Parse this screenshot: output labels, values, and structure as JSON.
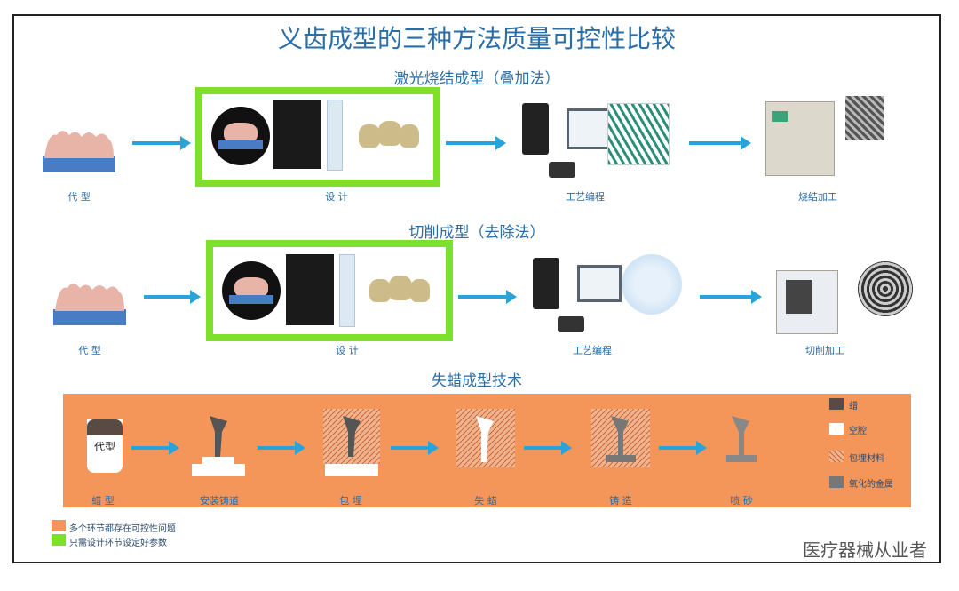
{
  "title": "义齿成型的三种方法质量可控性比较",
  "sections": {
    "laser": {
      "title": "激光烧结成型（叠加法）",
      "caps": [
        "代 型",
        "设 计",
        "工艺编程",
        "烧结加工"
      ]
    },
    "milling": {
      "title": "切削成型（去除法）",
      "caps": [
        "代 型",
        "设 计",
        "工艺编程",
        "切削加工"
      ]
    },
    "wax": {
      "title": "失蜡成型技术",
      "die_label": "代型",
      "steps": [
        "蜡 型",
        "安装铸道",
        "包 埋",
        "失 蜡",
        "铸 造",
        "喷 砂"
      ],
      "legend": [
        "蜡",
        "空腔",
        "包埋材料",
        "氧化的金属"
      ]
    }
  },
  "bottom_legend": [
    "多个环节都存在可控性问题",
    "只需设计环节设定好参数"
  ],
  "watermark": "医疗器械从业者",
  "colors": {
    "green": "#7ee02a",
    "orange": "#f4955a",
    "blue": "#2a6ea8",
    "arrow": "#2aa3d8"
  }
}
